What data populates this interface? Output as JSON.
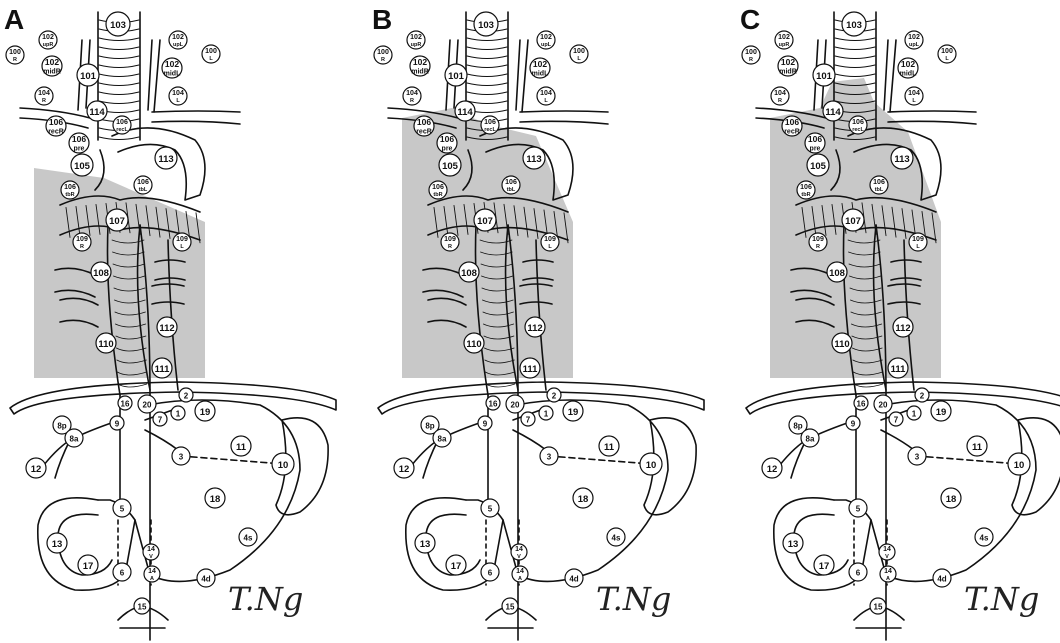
{
  "panels": [
    {
      "letter": "A",
      "shade": "A"
    },
    {
      "letter": "B",
      "shade": "B"
    },
    {
      "letter": "C",
      "shade": "C"
    }
  ],
  "signature": "T.Ng",
  "colors": {
    "shade": "#c8c8c8",
    "ink": "#111111",
    "node_fill": "#ffffff"
  },
  "lymph_nodes": [
    {
      "id": "103",
      "sub": ""
    },
    {
      "id": "102",
      "sub": "upR"
    },
    {
      "id": "102",
      "sub": "upL"
    },
    {
      "id": "100",
      "sub": "R"
    },
    {
      "id": "100",
      "sub": "L"
    },
    {
      "id": "102",
      "sub": "midR"
    },
    {
      "id": "102",
      "sub": "midL"
    },
    {
      "id": "101",
      "sub": ""
    },
    {
      "id": "104",
      "sub": "R"
    },
    {
      "id": "104",
      "sub": "L"
    },
    {
      "id": "114",
      "sub": ""
    },
    {
      "id": "106",
      "sub": "recR"
    },
    {
      "id": "106",
      "sub": "recL"
    },
    {
      "id": "106",
      "sub": "pre"
    },
    {
      "id": "105",
      "sub": ""
    },
    {
      "id": "113",
      "sub": ""
    },
    {
      "id": "106",
      "sub": "tbR"
    },
    {
      "id": "106",
      "sub": "tbL"
    },
    {
      "id": "107",
      "sub": ""
    },
    {
      "id": "109",
      "sub": "R"
    },
    {
      "id": "109",
      "sub": "L"
    },
    {
      "id": "108",
      "sub": ""
    },
    {
      "id": "112",
      "sub": ""
    },
    {
      "id": "110",
      "sub": ""
    },
    {
      "id": "111",
      "sub": ""
    },
    {
      "id": "2",
      "sub": ""
    },
    {
      "id": "16",
      "sub": ""
    },
    {
      "id": "20",
      "sub": ""
    },
    {
      "id": "19",
      "sub": ""
    },
    {
      "id": "8p",
      "sub": ""
    },
    {
      "id": "9",
      "sub": ""
    },
    {
      "id": "7",
      "sub": ""
    },
    {
      "id": "1",
      "sub": ""
    },
    {
      "id": "8a",
      "sub": ""
    },
    {
      "id": "11",
      "sub": ""
    },
    {
      "id": "3",
      "sub": ""
    },
    {
      "id": "10",
      "sub": ""
    },
    {
      "id": "12",
      "sub": ""
    },
    {
      "id": "18",
      "sub": ""
    },
    {
      "id": "5",
      "sub": ""
    },
    {
      "id": "4s",
      "sub": ""
    },
    {
      "id": "13",
      "sub": ""
    },
    {
      "id": "14",
      "sub": "V"
    },
    {
      "id": "17",
      "sub": ""
    },
    {
      "id": "6",
      "sub": ""
    },
    {
      "id": "14",
      "sub": "A"
    },
    {
      "id": "4d",
      "sub": ""
    },
    {
      "id": "15",
      "sub": ""
    }
  ]
}
